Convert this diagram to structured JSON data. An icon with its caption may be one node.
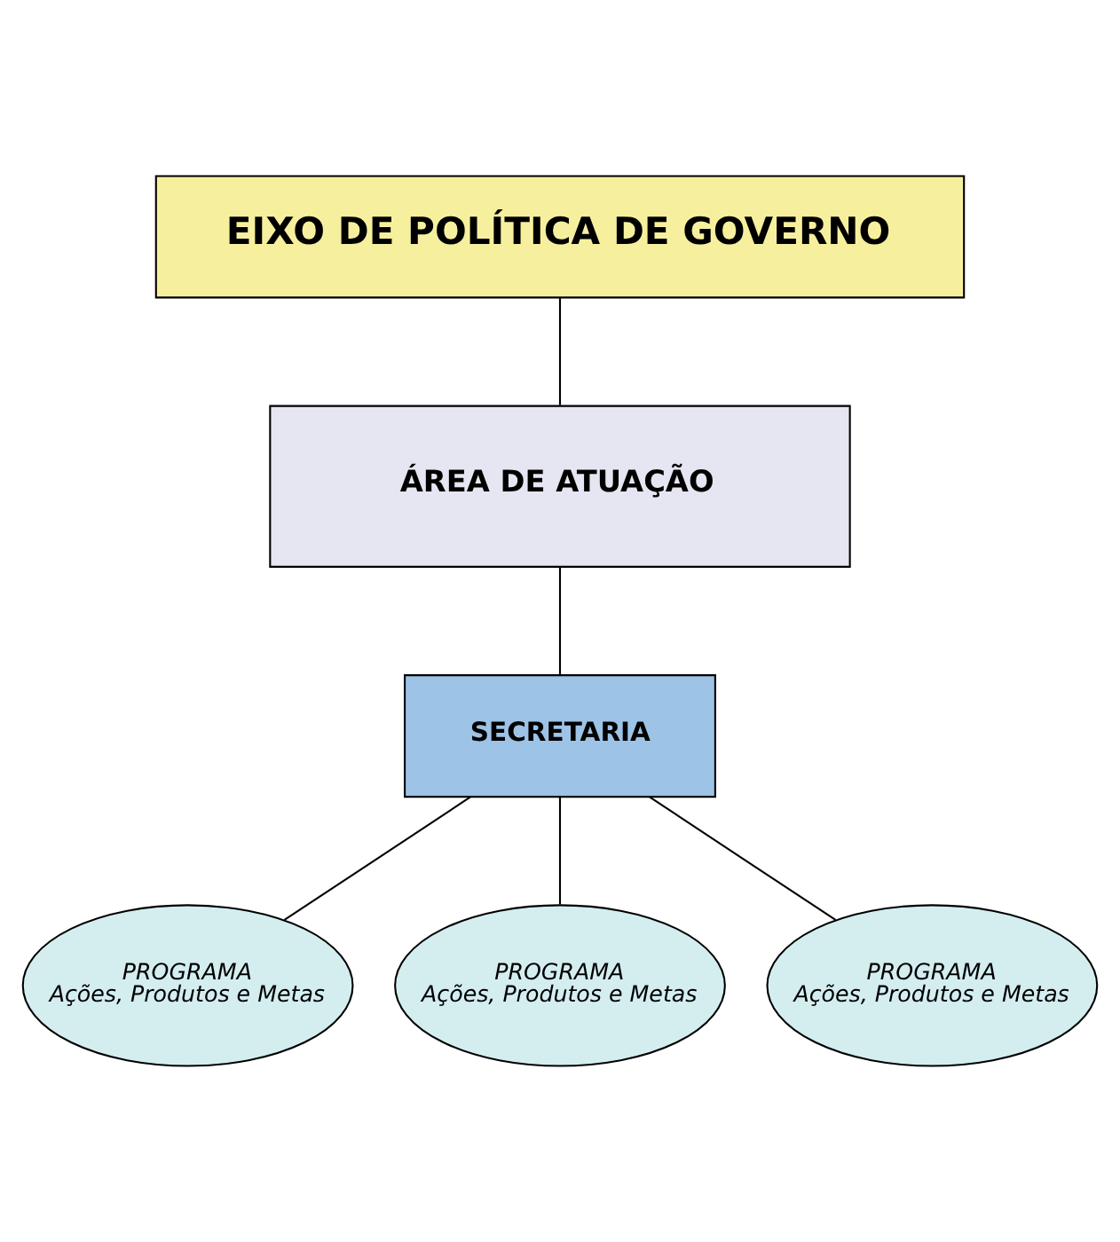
{
  "diagram": {
    "nodes": [
      {
        "text": [
          "EIXO DE POLÍTICA DE GOVERNO"
        ]
      },
      {
        "text": [
          "ÁREA DE ATUAÇÃO"
        ]
      },
      {
        "text": [
          "SECRETARIA"
        ]
      },
      {
        "text": [
          "PROGRAMA",
          "Ações, Produtos e Metas"
        ]
      },
      {
        "text": [
          "PROGRAMA",
          "Ações, Produtos e Metas"
        ]
      },
      {
        "text": [
          "PROGRAMA",
          "Ações, Produtos e Metas"
        ]
      }
    ],
    "edges": [
      {
        "from": 0,
        "to": 1,
        "arrow": "none"
      },
      {
        "from": 1,
        "to": 2,
        "arrow": "none"
      },
      {
        "from": 2,
        "to": 3,
        "arrow": "none"
      },
      {
        "from": 2,
        "to": 4,
        "arrow": "none"
      },
      {
        "from": 2,
        "to": 5,
        "arrow": "none"
      }
    ]
  }
}
